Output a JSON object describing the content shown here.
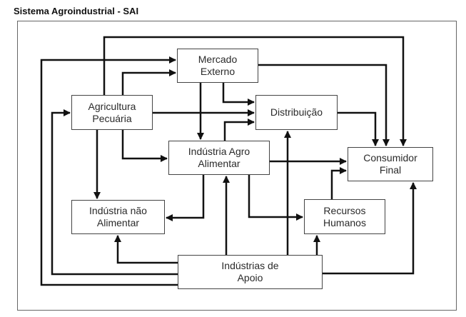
{
  "title": "Sistema Agroindustrial - SAI",
  "nodes": {
    "mercado": {
      "label": "Mercado\nExterno"
    },
    "agricultura": {
      "label": "Agricultura\nPecuária"
    },
    "distribuicao": {
      "label": "Distribuição"
    },
    "agro": {
      "label": "Indústria Agro\nAlimentar"
    },
    "consumidor": {
      "label": "Consumidor\nFinal"
    },
    "nao_alimentar": {
      "label": "Indústria não\nAlimentar"
    },
    "rh": {
      "label": "Recursos\nHumanos"
    },
    "apoio": {
      "label": "Indústrias de\nApoio"
    }
  },
  "edges": [
    {
      "from": "agricultura",
      "to": "mercado"
    },
    {
      "from": "agricultura",
      "to": "distribuicao"
    },
    {
      "from": "agricultura",
      "to": "agro"
    },
    {
      "from": "agricultura",
      "to": "nao_alimentar"
    },
    {
      "from": "agricultura",
      "to": "consumidor"
    },
    {
      "from": "mercado",
      "to": "agro"
    },
    {
      "from": "mercado",
      "to": "distribuicao"
    },
    {
      "from": "mercado",
      "to": "consumidor"
    },
    {
      "from": "agro",
      "to": "distribuicao"
    },
    {
      "from": "agro",
      "to": "consumidor"
    },
    {
      "from": "agro",
      "to": "nao_alimentar"
    },
    {
      "from": "agro",
      "to": "rh"
    },
    {
      "from": "distribuicao",
      "to": "consumidor"
    },
    {
      "from": "rh",
      "to": "consumidor"
    },
    {
      "from": "apoio",
      "to": "agro"
    },
    {
      "from": "apoio",
      "to": "distribuicao"
    },
    {
      "from": "apoio",
      "to": "nao_alimentar"
    },
    {
      "from": "apoio",
      "to": "rh"
    },
    {
      "from": "apoio",
      "to": "consumidor"
    },
    {
      "from": "apoio",
      "to": "mercado"
    },
    {
      "from": "apoio",
      "to": "agricultura"
    }
  ]
}
